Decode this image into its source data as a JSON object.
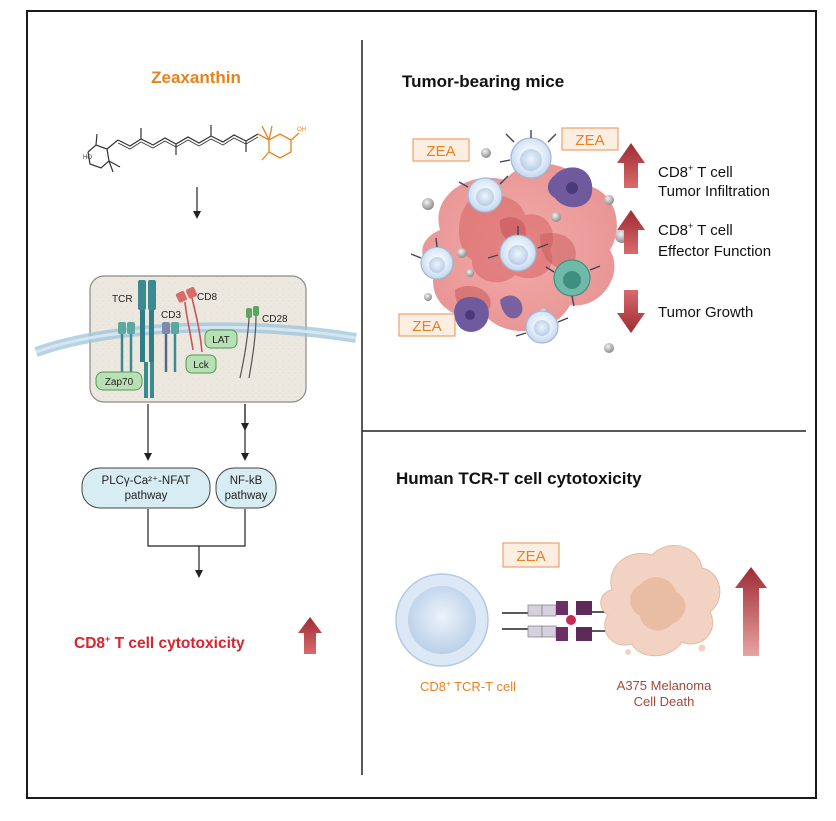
{
  "left": {
    "compound_title": "Zeaxanthin",
    "mol_label_ho": "HO",
    "mol_label_oh": "OH",
    "receptors": {
      "tcr": "TCR",
      "cd3": "CD3",
      "cd8": "CD8",
      "cd28": "CD28",
      "lat": "LAT",
      "lck": "Lck",
      "zap70": "Zap70"
    },
    "pathway_plc_line1": "PLCγ-Ca²⁺-NFAT",
    "pathway_plc_line2": "pathway",
    "pathway_nfkb_line1": "NF-kB",
    "pathway_nfkb_line2": "pathway",
    "outcome_prefix": "CD8",
    "outcome_sup": "+",
    "outcome_rest": " T cell cytotoxicity"
  },
  "top_right": {
    "title": "Tumor-bearing mice",
    "zea_label": "ZEA",
    "effect1_prefix": "CD8",
    "effect1_sup": "+",
    "effect1_rest": " T cell",
    "effect1_line2": "Tumor Infiltration",
    "effect2_prefix": "CD8",
    "effect2_sup": "+",
    "effect2_rest": " T cell",
    "effect2_line2": "Effector Function",
    "effect3": "Tumor Growth"
  },
  "bottom_right": {
    "title": "Human TCR-T cell cytotoxicity",
    "zea_label": "ZEA",
    "tcell_prefix": "CD8",
    "tcell_sup": "+",
    "tcell_rest": " TCR-T cell",
    "target_line1": "A375 Melanoma",
    "target_line2": "Cell Death"
  },
  "colors": {
    "orange": "#e8821e",
    "red_text": "#d9232d",
    "up_arrow": "#9e2b34",
    "zea_border": "#f0a070",
    "zea_fill": "#fdeee2",
    "pathway_fill": "#d8ecf3",
    "receptor_teal": "#2f7f86",
    "lat_green": "#8cc98c",
    "tumor_pink": "#e98c8c",
    "tcell_blue": "#c9dcef",
    "cd8_text": "#e8821e",
    "melanoma_text": "#a04a3a"
  }
}
